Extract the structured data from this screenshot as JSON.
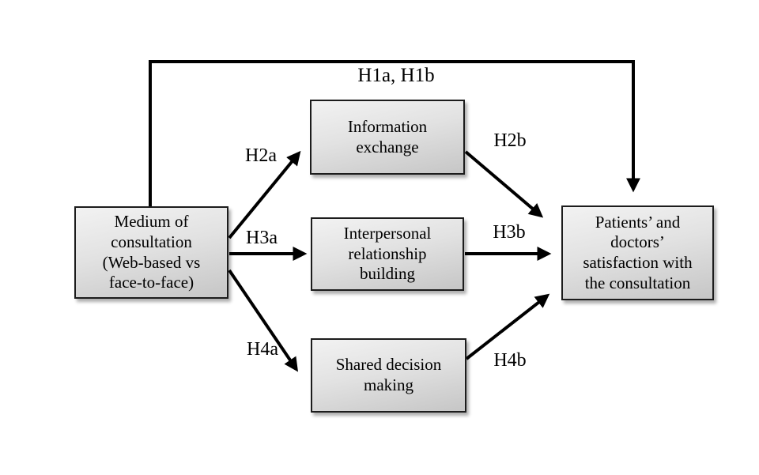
{
  "diagram": {
    "type": "hypothesis-path-model",
    "nodes": {
      "medium": {
        "label": "Medium of\nconsultation\n(Web-based vs\nface-to-face)"
      },
      "information": {
        "label": "Information\nexchange"
      },
      "relationship": {
        "label": "Interpersonal\nrelationship\nbuilding"
      },
      "shared": {
        "label": "Shared decision\nmaking"
      },
      "satisfaction": {
        "label": "Patients’ and\ndoctors’\nsatisfaction with\nthe consultation"
      }
    },
    "edge_labels": {
      "h1": "H1a, H1b",
      "h2a": "H2a",
      "h2b": "H2b",
      "h3a": "H3a",
      "h3b": "H3b",
      "h4a": "H4a",
      "h4b": "H4b"
    },
    "edges": [
      {
        "from": "medium",
        "to": "satisfaction",
        "label": "H1a, H1b"
      },
      {
        "from": "medium",
        "to": "information",
        "label": "H2a"
      },
      {
        "from": "information",
        "to": "satisfaction",
        "label": "H2b"
      },
      {
        "from": "medium",
        "to": "relationship",
        "label": "H3a"
      },
      {
        "from": "relationship",
        "to": "satisfaction",
        "label": "H3b"
      },
      {
        "from": "medium",
        "to": "shared",
        "label": "H4a"
      },
      {
        "from": "shared",
        "to": "satisfaction",
        "label": "H4b"
      }
    ],
    "colors": {
      "background": "#ffffff",
      "line": "#000000",
      "box_border": "#1c1c1c",
      "box_fill_top": "#f2f2f2",
      "box_fill_bottom": "#c6c6c6"
    }
  }
}
